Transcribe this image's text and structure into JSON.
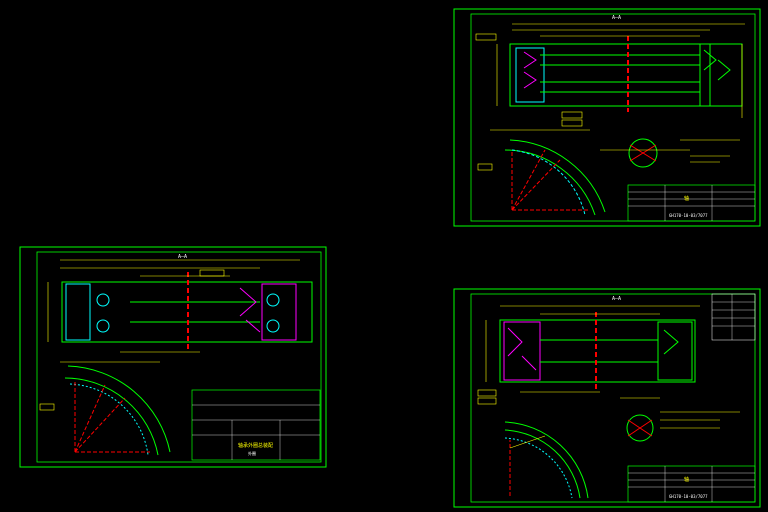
{
  "colors": {
    "background": "#000000",
    "frame": "#00ff00",
    "outline": "#00ff00",
    "dimension": "#ffff00",
    "annotation": "#00ffff",
    "accent": "#ff0000",
    "hatch": "#ff00ff",
    "white": "#ffffff"
  },
  "sheets": [
    {
      "name": "sheet-top-right",
      "section_label": "A—A",
      "title_text": "轴",
      "drawing_number": "GH170-10-03/7077"
    },
    {
      "name": "sheet-left",
      "section_label": "A—A",
      "title_text": "轴承外圈总装配",
      "drawing_number": "外圈"
    },
    {
      "name": "sheet-bottom-right",
      "section_label": "A—A",
      "title_text": "轴",
      "drawing_number": "GH170-10-03/7077"
    }
  ]
}
